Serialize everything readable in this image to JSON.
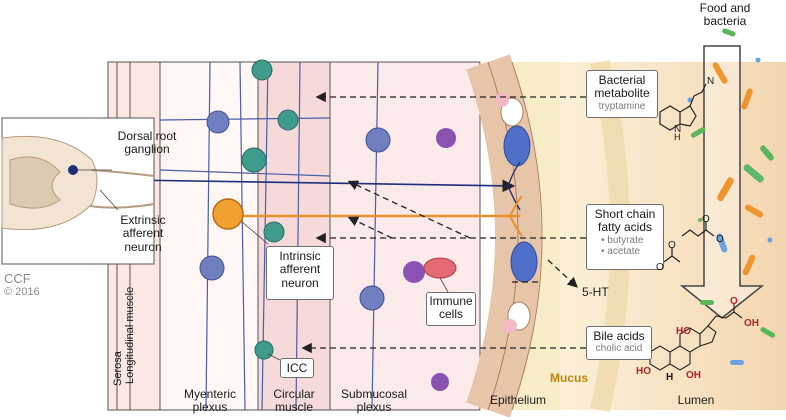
{
  "header": {
    "food_line1": "Food and",
    "food_line2": "bacteria"
  },
  "credit": {
    "line1": "CCF",
    "line2": "© 2016"
  },
  "boxes": {
    "bacterial_metabolite": {
      "line1": "Bacterial",
      "line2": "metabolite",
      "sub": "tryptamine"
    },
    "scfa": {
      "line1": "Short chain",
      "line2": "fatty acids",
      "item1": "• butyrate",
      "item2": "• acetate"
    },
    "bile_acids": {
      "title": "Bile acids",
      "sub": "cholic acid"
    },
    "dorsal_root": {
      "line1": "Dorsal root",
      "line2": "ganglion"
    },
    "extrinsic": {
      "line1": "Extrinsic",
      "line2": "afferent",
      "line3": "neuron"
    },
    "intrinsic": {
      "line1": "Intrinsic",
      "line2": "afferent",
      "line3": "neuron"
    },
    "immune": {
      "line1": "Immune",
      "line2": "cells"
    },
    "icc": {
      "label": "ICC"
    }
  },
  "labels": {
    "five_ht": "5-HT",
    "mucus": "Mucus",
    "serosa": "Serosa",
    "longitudinal": "Longitudinal muscle"
  },
  "chem": {
    "N": "N",
    "H": "H",
    "O": "O",
    "Ominus": "O",
    "HO": "HO",
    "OH": "OH"
  },
  "columns": {
    "myenteric": {
      "line1": "Myenteric",
      "line2": "plexus"
    },
    "circular": {
      "line1": "Circular",
      "line2": "muscle"
    },
    "submucosal": {
      "line1": "Submucosal",
      "line2": "plexus"
    },
    "epithelium": "Epithelium",
    "lumen": "Lumen"
  },
  "colors": {
    "muscle_pink": "#f6dada",
    "submucosa_pink": "#fbeaea",
    "mucus_yellow": "#f7ecc8",
    "lumen_tan": "#f6dfc2",
    "neuron_blue": "#6f7fc0",
    "neuron_teal": "#3f9c8c",
    "afferent_orange": "#e8922e",
    "epithelial_blue": "#4f6fc8",
    "bile_red": "#b0202a"
  }
}
